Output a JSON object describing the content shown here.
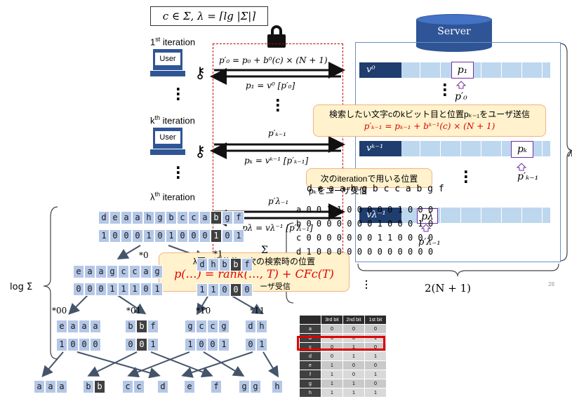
{
  "formula": "c ∈ Σ, λ = ⌈lg |Σ|⌉",
  "server_label": "Server",
  "iterations": [
    {
      "ord": "1",
      "sup": "st",
      "word": "iteration"
    },
    {
      "ord": "k",
      "sup": "th",
      "word": "iteration"
    },
    {
      "ord": "λ",
      "sup": "th",
      "word": "iteration"
    }
  ],
  "user_label": "User",
  "protocol": {
    "send0": "p′₀ = p₀ + b⁰(c) × (N + 1)",
    "recv0": "p₁ = v⁰ [p′₀]",
    "send_k": "p′ₖ₋₁",
    "recv_k": "pₖ = vᵏ⁻¹ [p′ₖ₋₁]",
    "send_l": "p′λ₋₁",
    "recv_l": "pλ = vλ⁻¹ [p′λ₋₁]"
  },
  "server": {
    "v0": "v⁰",
    "vk": "vᵏ⁻¹",
    "vl": "vλ⁻¹",
    "p1": "p₁",
    "p1prime": "p′₀",
    "pk": "pₖ",
    "pkprime": "p′ₖ₋₁",
    "pl": "pλ",
    "plprime": "p′λ₋₁",
    "width_label": "2(N + 1)",
    "lambda_label": "λ",
    "page_num": "28"
  },
  "callouts": {
    "c1_text": "検索したい文字cのkビット目と位置pₖ₋₁をユーザ送信",
    "c1_formula": "p′ₖ₋₁ = pₖ₋₁ + bᵏ⁻¹(c) × (N + 1)",
    "c2_line1": "次のiterationで用いる位置",
    "c2_line2": "pₖをユーザ受信",
    "c3_line1": "λ回の通信後、次の検索時の位置",
    "c3_formula": "p(…) = rank(…, T) + CFc(T)",
    "c3_line2": "ーザ受信"
  },
  "overlay_text": {
    "top_letters": "d e a a h g b c c a b g f",
    "matrix": [
      "a 0 0 1 1 0 0 0 0 0 1 0 0 0",
      "b 0 0 0 0 0 0 0 1 0 0 0 1 0",
      "c 0 0 0 0 0 0 0 1 1 0 0 0 0",
      "d 1 0 0 0 0 0 0 0 0 0 0 0 0"
    ],
    "sigma": "Σ",
    "vdots": "⋮"
  },
  "tree": {
    "root_letters": [
      "d",
      "e",
      "a",
      "a",
      "h",
      "g",
      "b",
      "c",
      "c",
      "a",
      "b",
      "g",
      "f"
    ],
    "root_bits": [
      "1",
      "0",
      "0",
      "0",
      "1",
      "0",
      "1",
      "0",
      "0",
      "0",
      "1",
      "0",
      "1"
    ],
    "label_0": "*0",
    "label_1": "*1",
    "n0_letters": [
      "e",
      "a",
      "a",
      "g",
      "c",
      "c",
      "a",
      "g"
    ],
    "n0_bits": [
      "0",
      "0",
      "0",
      "1",
      "1",
      "1",
      "0",
      "1"
    ],
    "n1_letters": [
      "d",
      "h",
      "b",
      "b",
      "f"
    ],
    "n1_bits": [
      "1",
      "1",
      "0",
      "0",
      "0"
    ],
    "label_00": "*00",
    "label_01": "*01",
    "label_10": "*10",
    "label_11": "*11",
    "n00_letters": [
      "e",
      "a",
      "a",
      "a"
    ],
    "n00_bits": [
      "1",
      "0",
      "0",
      "0"
    ],
    "n01_letters": [
      "b",
      "b",
      "f"
    ],
    "n01_bits": [
      "0",
      "0",
      "1"
    ],
    "n10_letters": [
      "g",
      "c",
      "c",
      "g"
    ],
    "n10_bits": [
      "1",
      "0",
      "0",
      "1"
    ],
    "n11_letters": [
      "d",
      "h"
    ],
    "n11_bits": [
      "0",
      "1"
    ],
    "leaves": [
      [
        "a",
        "a",
        "a"
      ],
      [
        "b",
        "b"
      ],
      [
        "c",
        "c"
      ],
      [
        "d"
      ],
      [
        "e"
      ],
      [
        "f"
      ],
      [
        "g",
        "g"
      ],
      [
        "h"
      ]
    ],
    "log_label": "log Σ"
  },
  "bit_table": {
    "headers": [
      "",
      "3rd bit",
      "2nd bit",
      "1st bit"
    ],
    "rows": [
      [
        "a",
        "0",
        "0",
        "0"
      ],
      [
        "b",
        "0",
        "0",
        "1"
      ],
      [
        "c",
        "0",
        "1",
        "0"
      ],
      [
        "d",
        "0",
        "1",
        "1"
      ],
      [
        "e",
        "1",
        "0",
        "0"
      ],
      [
        "f",
        "1",
        "0",
        "1"
      ],
      [
        "g",
        "1",
        "1",
        "0"
      ],
      [
        "h",
        "1",
        "1",
        "1"
      ]
    ]
  }
}
